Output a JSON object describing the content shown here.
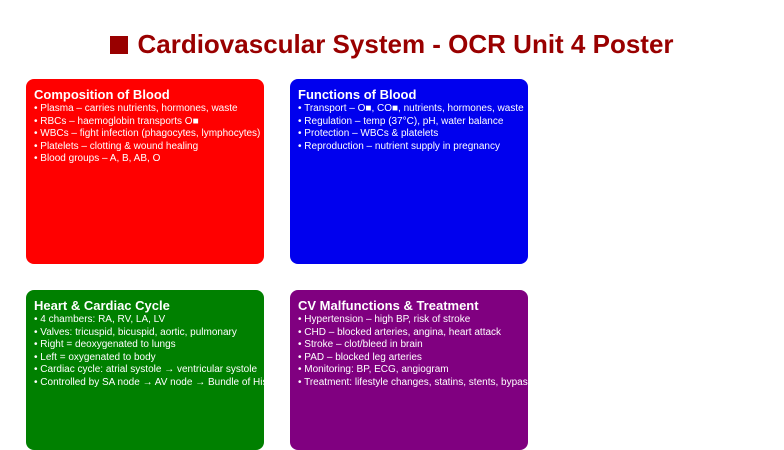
{
  "colors": {
    "title": "#990000",
    "composition": "#ff0000",
    "functions": "#0000ee",
    "heart": "#008000",
    "malfunctions": "#800080"
  },
  "title": {
    "icon": "black-square-icon",
    "text": "Cardiovascular System - OCR Unit 4 Poster"
  },
  "cards": [
    {
      "title": "Composition of Blood",
      "items": [
        "• Plasma – carries nutrients, hormones, waste",
        "• RBCs – haemoglobin transports O■",
        "• WBCs – fight infection (phagocytes, lymphocytes)",
        "• Platelets – clotting & wound healing",
        "• Blood groups – A, B, AB, O"
      ]
    },
    {
      "title": "Functions of Blood",
      "items": [
        "• Transport – O■, CO■, nutrients, hormones, waste",
        "• Regulation – temp (37°C), pH, water balance",
        "• Protection – WBCs & platelets",
        "• Reproduction – nutrient supply in pregnancy"
      ]
    },
    {
      "title": "Heart & Cardiac Cycle",
      "items": [
        "• 4 chambers: RA, RV, LA, LV",
        "• Valves: tricuspid, bicuspid, aortic, pulmonary",
        "• Right = deoxygenated to lungs",
        "• Left = oxygenated to body",
        "• Cardiac cycle: atrial systole → ventricular systole",
        "• Controlled by SA node → AV node → Bundle of His"
      ]
    },
    {
      "title": "CV Malfunctions & Treatment",
      "items": [
        "• Hypertension – high BP, risk of stroke",
        "• CHD – blocked arteries, angina, heart attack",
        "• Stroke – clot/bleed in brain",
        "• PAD – blocked leg arteries",
        "• Monitoring: BP, ECG, angiogram",
        "• Treatment: lifestyle changes, statins, stents, bypass"
      ]
    }
  ]
}
